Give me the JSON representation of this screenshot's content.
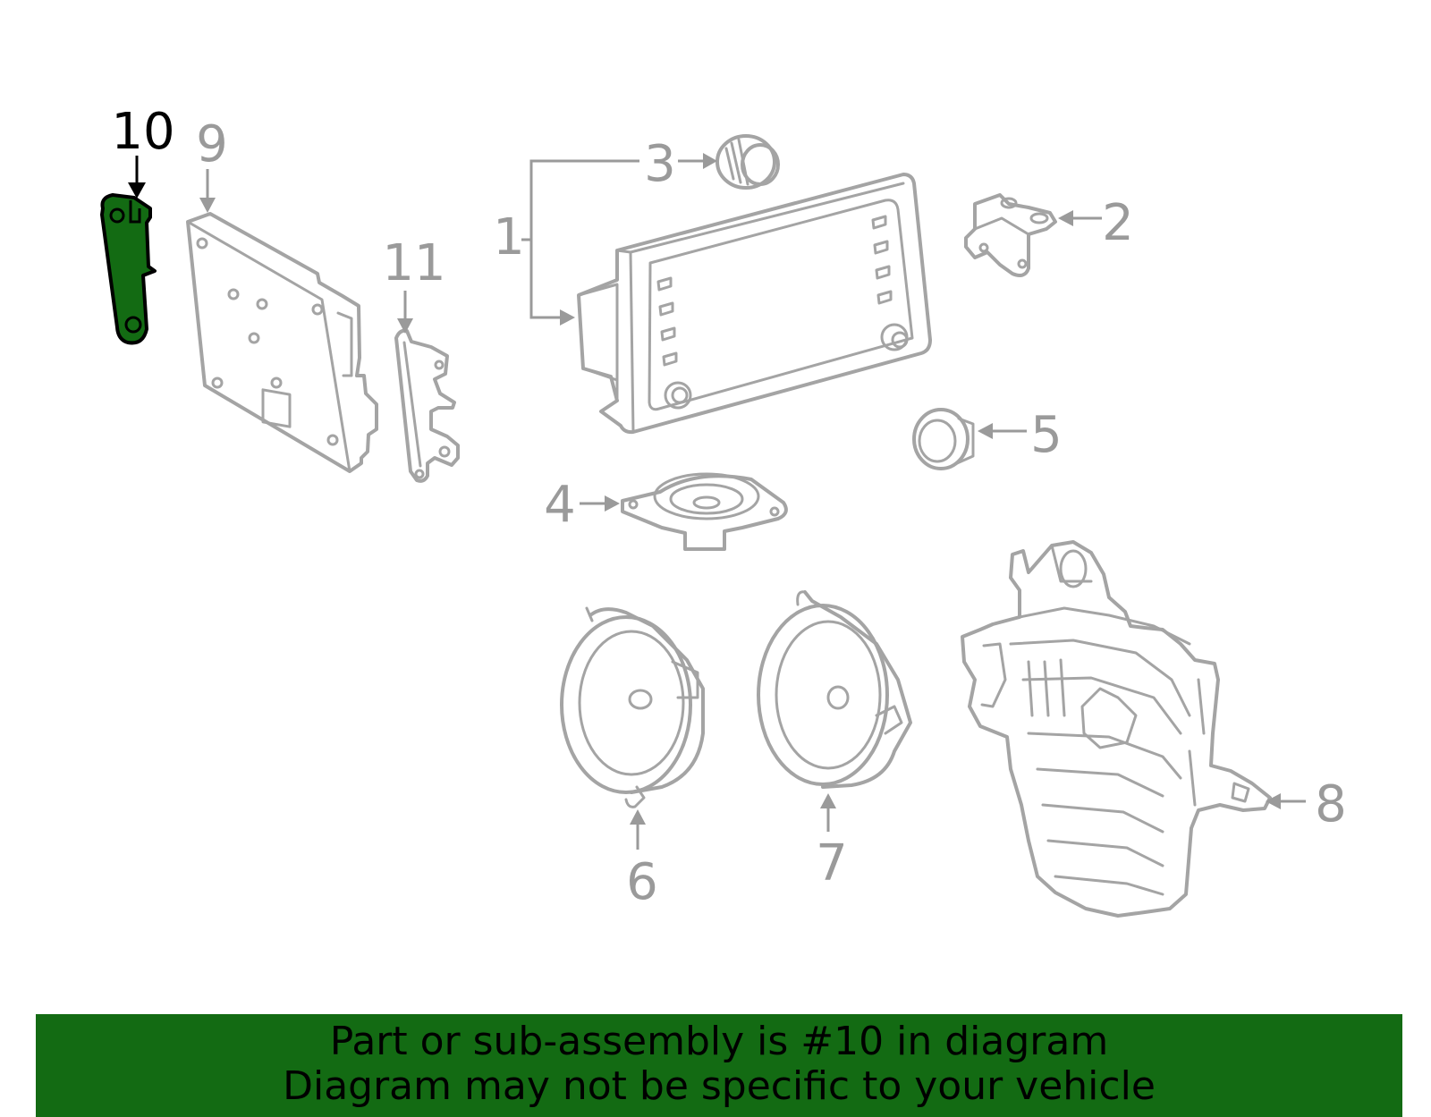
{
  "callouts": {
    "c1": "1",
    "c2": "2",
    "c3": "3",
    "c4": "4",
    "c5": "5",
    "c6": "6",
    "c7": "7",
    "c8": "8",
    "c9": "9",
    "c10": "10",
    "c11": "11"
  },
  "highlight": {
    "part": "10",
    "color": "#136b13"
  },
  "banner": {
    "line1": "Part or sub-assembly is #10 in diagram",
    "line2": "Diagram may not be specific to your vehicle",
    "color": "#136b13"
  }
}
